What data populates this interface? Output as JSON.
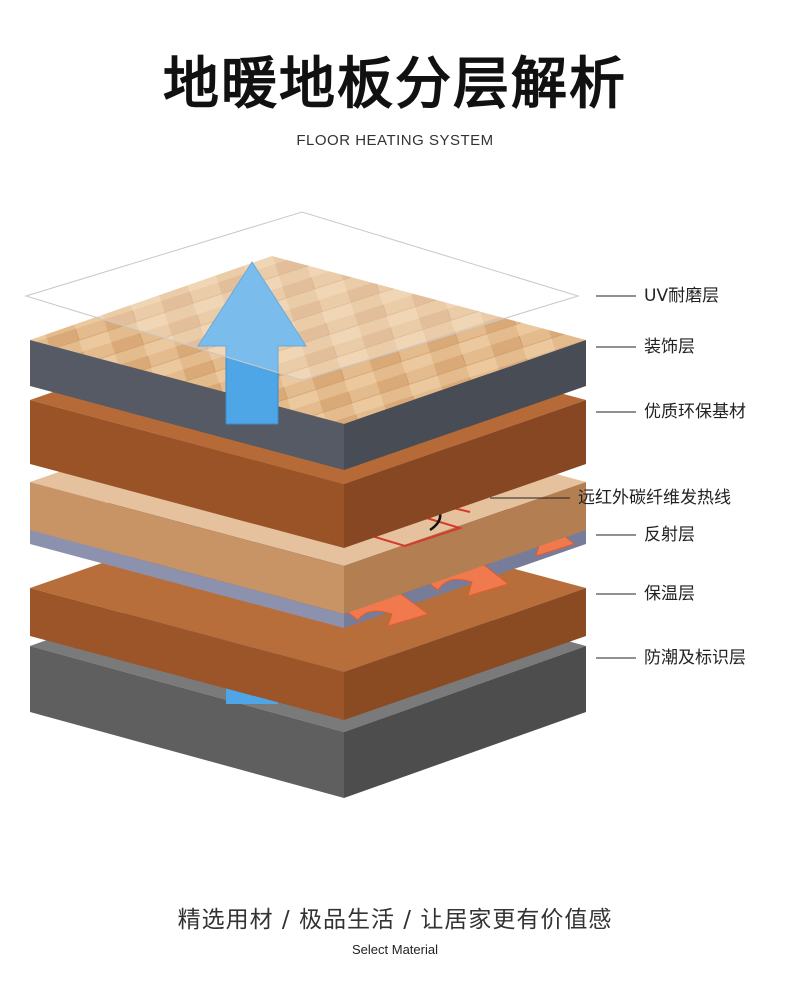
{
  "header": {
    "title": "地暖地板分层解析",
    "subtitle": "FLOOR HEATING SYSTEM"
  },
  "layers": [
    {
      "label": "UV耐磨层"
    },
    {
      "label": "装饰层"
    },
    {
      "label": "优质环保基材"
    },
    {
      "label": "远红外碳纤维发热线"
    },
    {
      "label": "反射层"
    },
    {
      "label": "保温层"
    },
    {
      "label": "防潮及标识层"
    }
  ],
  "footer": {
    "tagline": "精选用材 / 极品生活 / 让居家更有价值感",
    "tagline_en": "Select Material"
  },
  "colors": {
    "wood_light": "#e2b888",
    "wood_brown": "#b66a37",
    "beige": "#e8c3a0",
    "dark_mesh": "#1e2230",
    "gray_base": "#6f6f6f",
    "arrow_blue": "#4ea6e6",
    "heat_orange": "#f07a4e"
  }
}
